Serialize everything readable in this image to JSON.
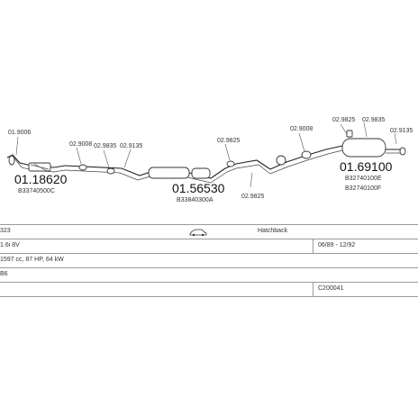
{
  "parts": {
    "p_011862": {
      "code": "01.18620",
      "oe": "B33740500C"
    },
    "p_015653": {
      "code": "01.56530",
      "oe": "B33840300A"
    },
    "p_016910": {
      "code": "01.69100",
      "oe1": "B32740100E",
      "oe2": "B32740100F"
    }
  },
  "small_parts": [
    {
      "id": "s1",
      "code": "01.9006"
    },
    {
      "id": "s2",
      "code": "02.9008"
    },
    {
      "id": "s3",
      "code": "02.9835"
    },
    {
      "id": "s4",
      "code": "02.9135"
    },
    {
      "id": "s5",
      "code": "02.9825"
    },
    {
      "id": "s6",
      "code": "02.9825"
    },
    {
      "id": "s7",
      "code": "02.9008"
    },
    {
      "id": "s8",
      "code": "02.9825"
    },
    {
      "id": "s9",
      "code": "02.9835"
    },
    {
      "id": "s10",
      "code": "02.9135"
    }
  ],
  "vehicle": {
    "model": "323",
    "body": "Hatchback",
    "engine": "1.6i 8V",
    "years": "06/89 - 12/92",
    "specs": "1597 cc, 87 HP, 64 kW",
    "code": "B6",
    "ref": "C200041"
  }
}
